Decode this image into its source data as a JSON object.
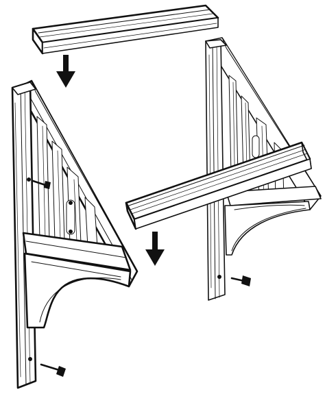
{
  "figure": {
    "type": "exploded-assembly-illustration",
    "style": "black line art on white",
    "colors": {
      "ink": "#111111",
      "background": "#ffffff"
    },
    "parts": [
      {
        "name": "top-rail",
        "role": "horizontal wooden rail"
      },
      {
        "name": "cross-beam",
        "role": "horizontal wooden beam"
      },
      {
        "name": "left-bracket",
        "role": "triangular wall bracket with curved brace"
      },
      {
        "name": "right-bracket",
        "role": "triangular wall bracket with curved brace"
      },
      {
        "name": "screw",
        "count": 3
      },
      {
        "name": "down-arrow",
        "count": 2
      }
    ]
  }
}
